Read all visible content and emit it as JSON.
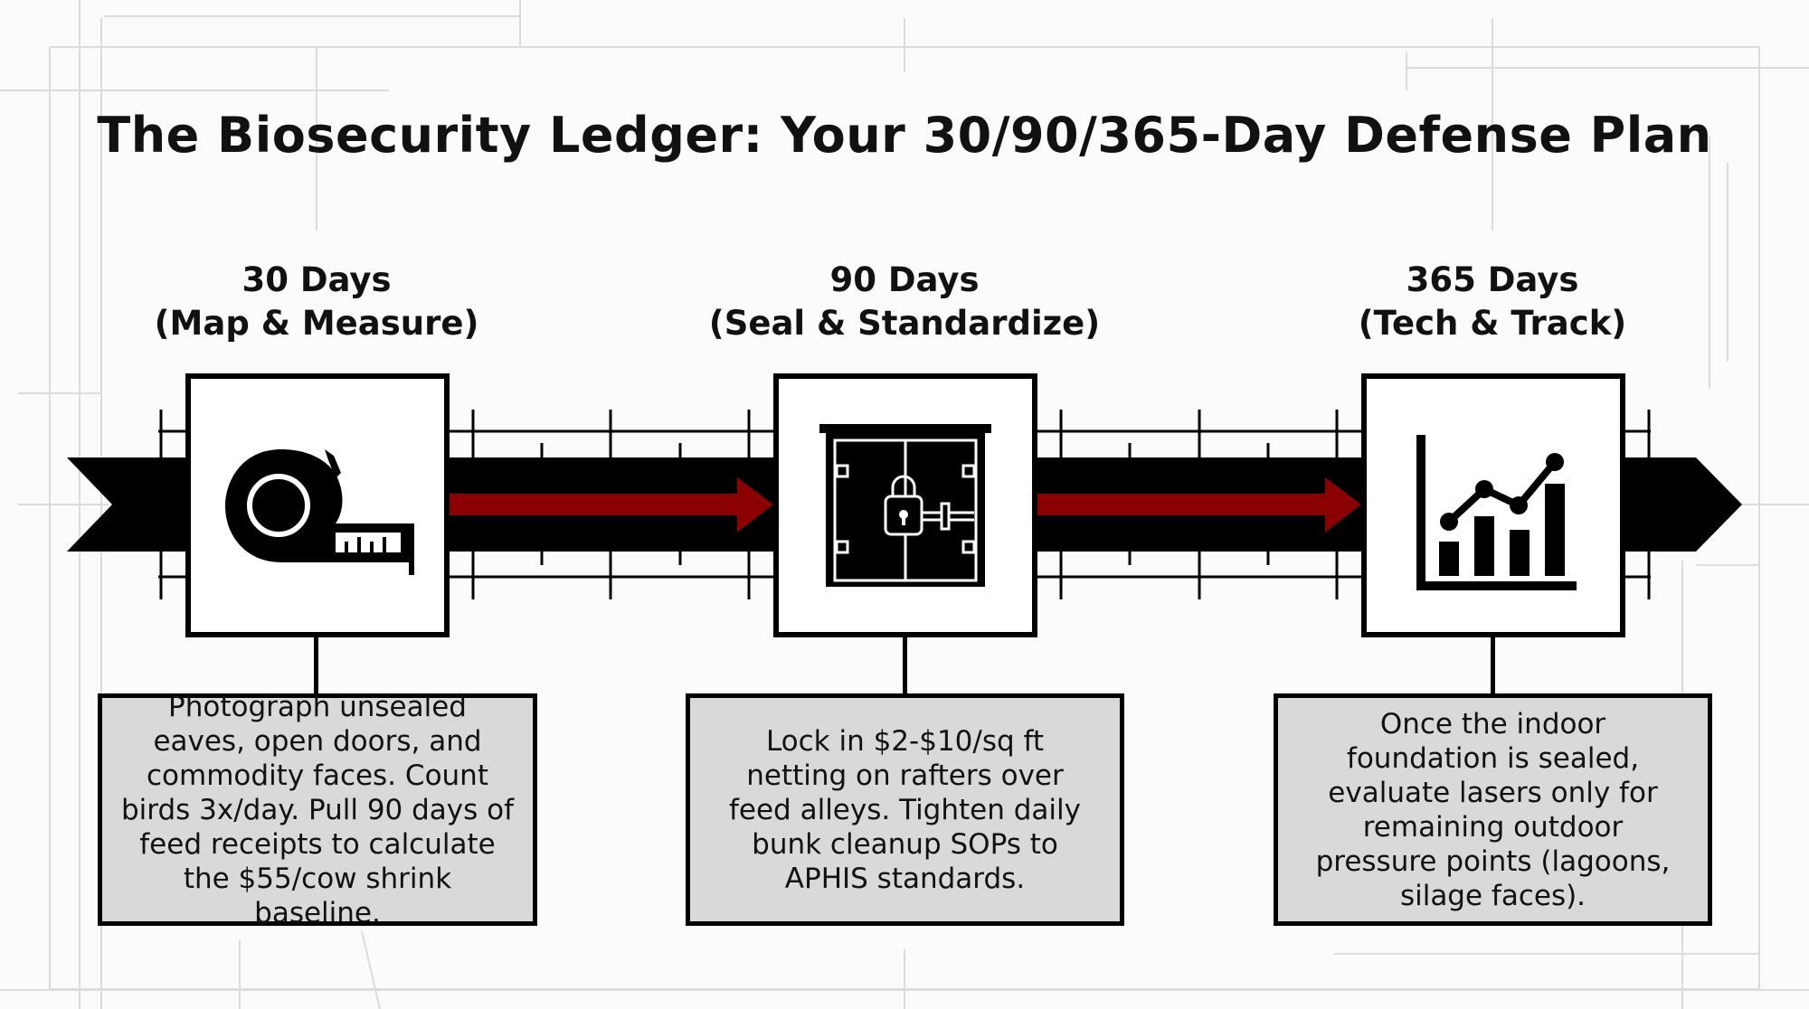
{
  "title": "The Biosecurity Ledger: Your 30/90/365-Day Defense Plan",
  "colors": {
    "accent": "#8b0000",
    "band": "#000000",
    "card_fill": "#d9d9d9"
  },
  "phases": [
    {
      "days": "30 Days",
      "subtitle": "(Map & Measure)",
      "icon": "tape-measure-icon",
      "description": "Photograph unsealed eaves, open doors, and commodity faces. Count birds 3x/day. Pull 90 days of feed receipts to calculate the $55/cow shrink baseline."
    },
    {
      "days": "90 Days",
      "subtitle": "(Seal & Standardize)",
      "icon": "locked-door-icon",
      "description": "Lock in $2-$10/sq ft netting on rafters over feed alleys. Tighten daily bunk cleanup SOPs to APHIS standards."
    },
    {
      "days": "365 Days",
      "subtitle": "(Tech & Track)",
      "icon": "chart-icon",
      "description": "Once the indoor foundation is sealed, evaluate lasers only for remaining outdoor pressure points (lagoons, silage faces)."
    }
  ]
}
